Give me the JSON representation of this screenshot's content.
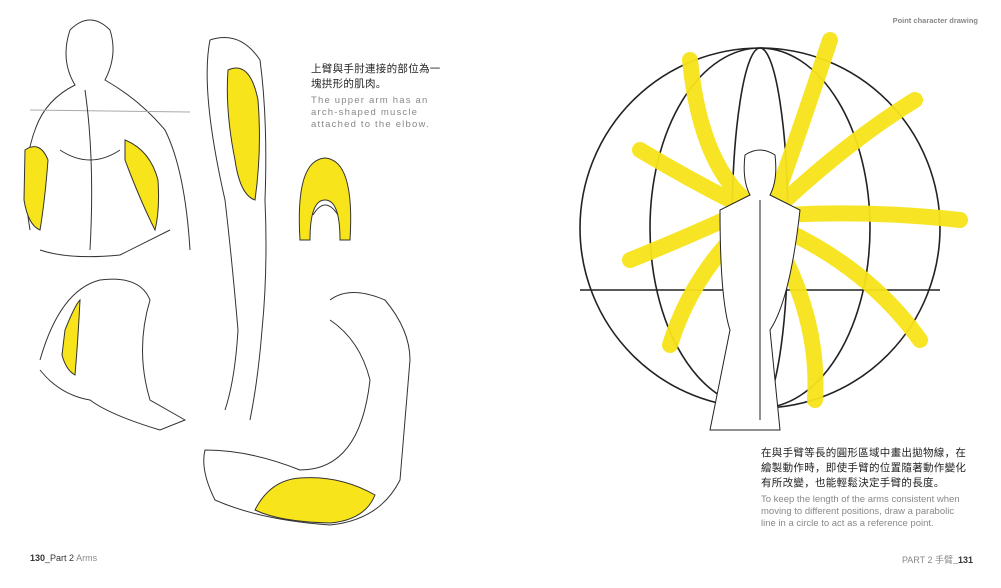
{
  "header": {
    "section_label": "Point character drawing"
  },
  "left_page": {
    "caption_zh": "上臂與手肘連接的部位為一塊拱形的肌肉。",
    "caption_en": "The upper arm has an arch-shaped muscle attached to the elbow.",
    "folio_number": "130",
    "folio_part": "_Part 2",
    "folio_title": " Arms"
  },
  "right_page": {
    "caption_zh": "在與手臂等長的圓形區域中畫出拋物線，在繪製動作時，即使手臂的位置隨著動作變化有所改變，也能輕鬆決定手臂的長度。",
    "caption_en": "To keep the length of the arms consistent when moving to different positions, draw a parabolic line in a circle to act as a reference point.",
    "folio_part": "PART 2 手臂",
    "folio_number": "_131"
  },
  "colors": {
    "highlight": "#f7e41a",
    "line": "#222222"
  }
}
